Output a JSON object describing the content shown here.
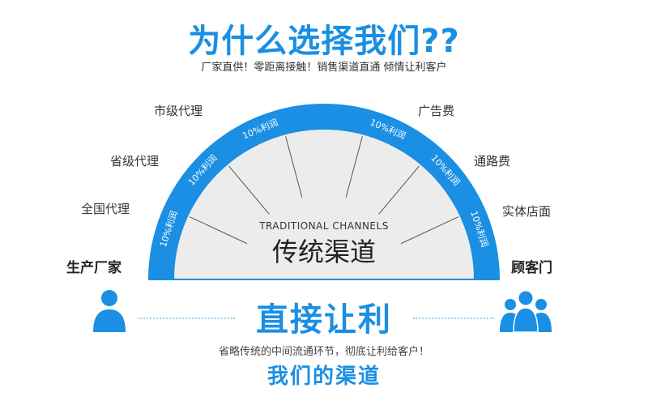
{
  "title": "为什么选择我们??",
  "subtitle": "厂家直供！零距离接触！销售渠道直通 倾情让利客户",
  "arch": {
    "en_label": "TRADITIONAL CHANNELS",
    "cn_label": "传统渠道",
    "profit_labels": [
      "10%利润",
      "10%利润",
      "10%利润",
      "10%利润",
      "10%利润",
      "10%利润"
    ]
  },
  "left_labels": [
    "市级代理",
    "省级代理",
    "全国代理"
  ],
  "right_labels": [
    "广告费",
    "通路费",
    "实体店面"
  ],
  "endpoints": {
    "left": "生产厂家",
    "right": "顾客门"
  },
  "slogan": "直接让利",
  "description": "省略传统的中间流通环节，彻底让利给客户！",
  "our_channel": "我们的渠道",
  "icons": {
    "left": "person-icon",
    "right": "group-icon"
  },
  "colors": {
    "accent": "#1a8fe3",
    "arch_fill": "#ececec"
  }
}
